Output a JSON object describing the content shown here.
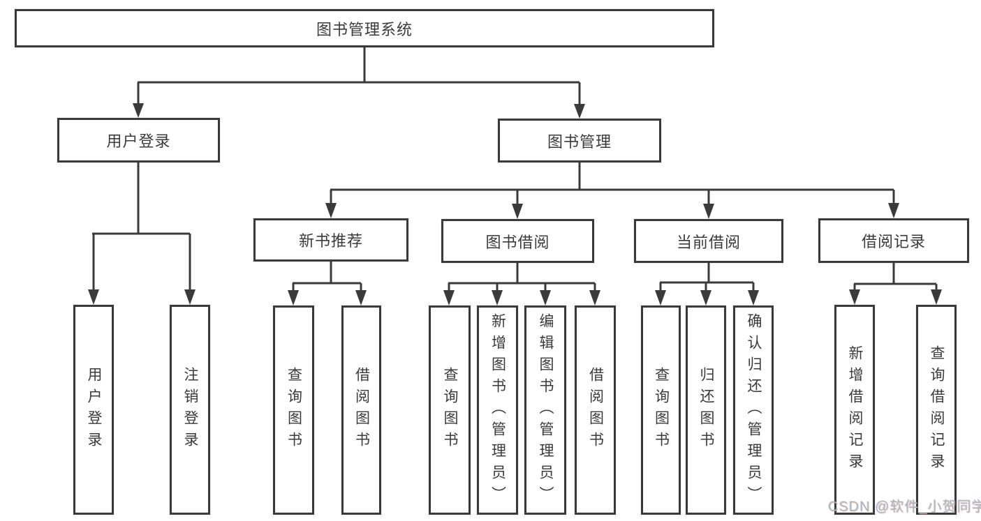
{
  "tree": {
    "label": "图书管理系统",
    "children": [
      {
        "label": "用户登录",
        "children": [
          {
            "label": "用户登录"
          },
          {
            "label": "注销登录"
          }
        ]
      },
      {
        "label": "图书管理",
        "children": [
          {
            "label": "新书推荐",
            "children": [
              {
                "label": "查询图书"
              },
              {
                "label": "借阅图书"
              }
            ]
          },
          {
            "label": "图书借阅",
            "children": [
              {
                "label": "查询图书"
              },
              {
                "label": "新增图书（管理员）"
              },
              {
                "label": "编辑图书（管理员）"
              },
              {
                "label": "借阅图书"
              }
            ]
          },
          {
            "label": "当前借阅",
            "children": [
              {
                "label": "查询图书"
              },
              {
                "label": "归还图书"
              },
              {
                "label": "确认归还（管理员）"
              }
            ]
          },
          {
            "label": "借阅记录",
            "children": [
              {
                "label": "新增借阅记录"
              },
              {
                "label": "查询借阅记录"
              }
            ]
          }
        ]
      }
    ]
  },
  "watermark": "CSDN @软件_小贺同学",
  "colors": {
    "line": "#3a3a3a",
    "text": "#3a3a3a",
    "box_fill": "#ffffff",
    "watermark": "#b2b2b2",
    "background": "#ffffff"
  }
}
